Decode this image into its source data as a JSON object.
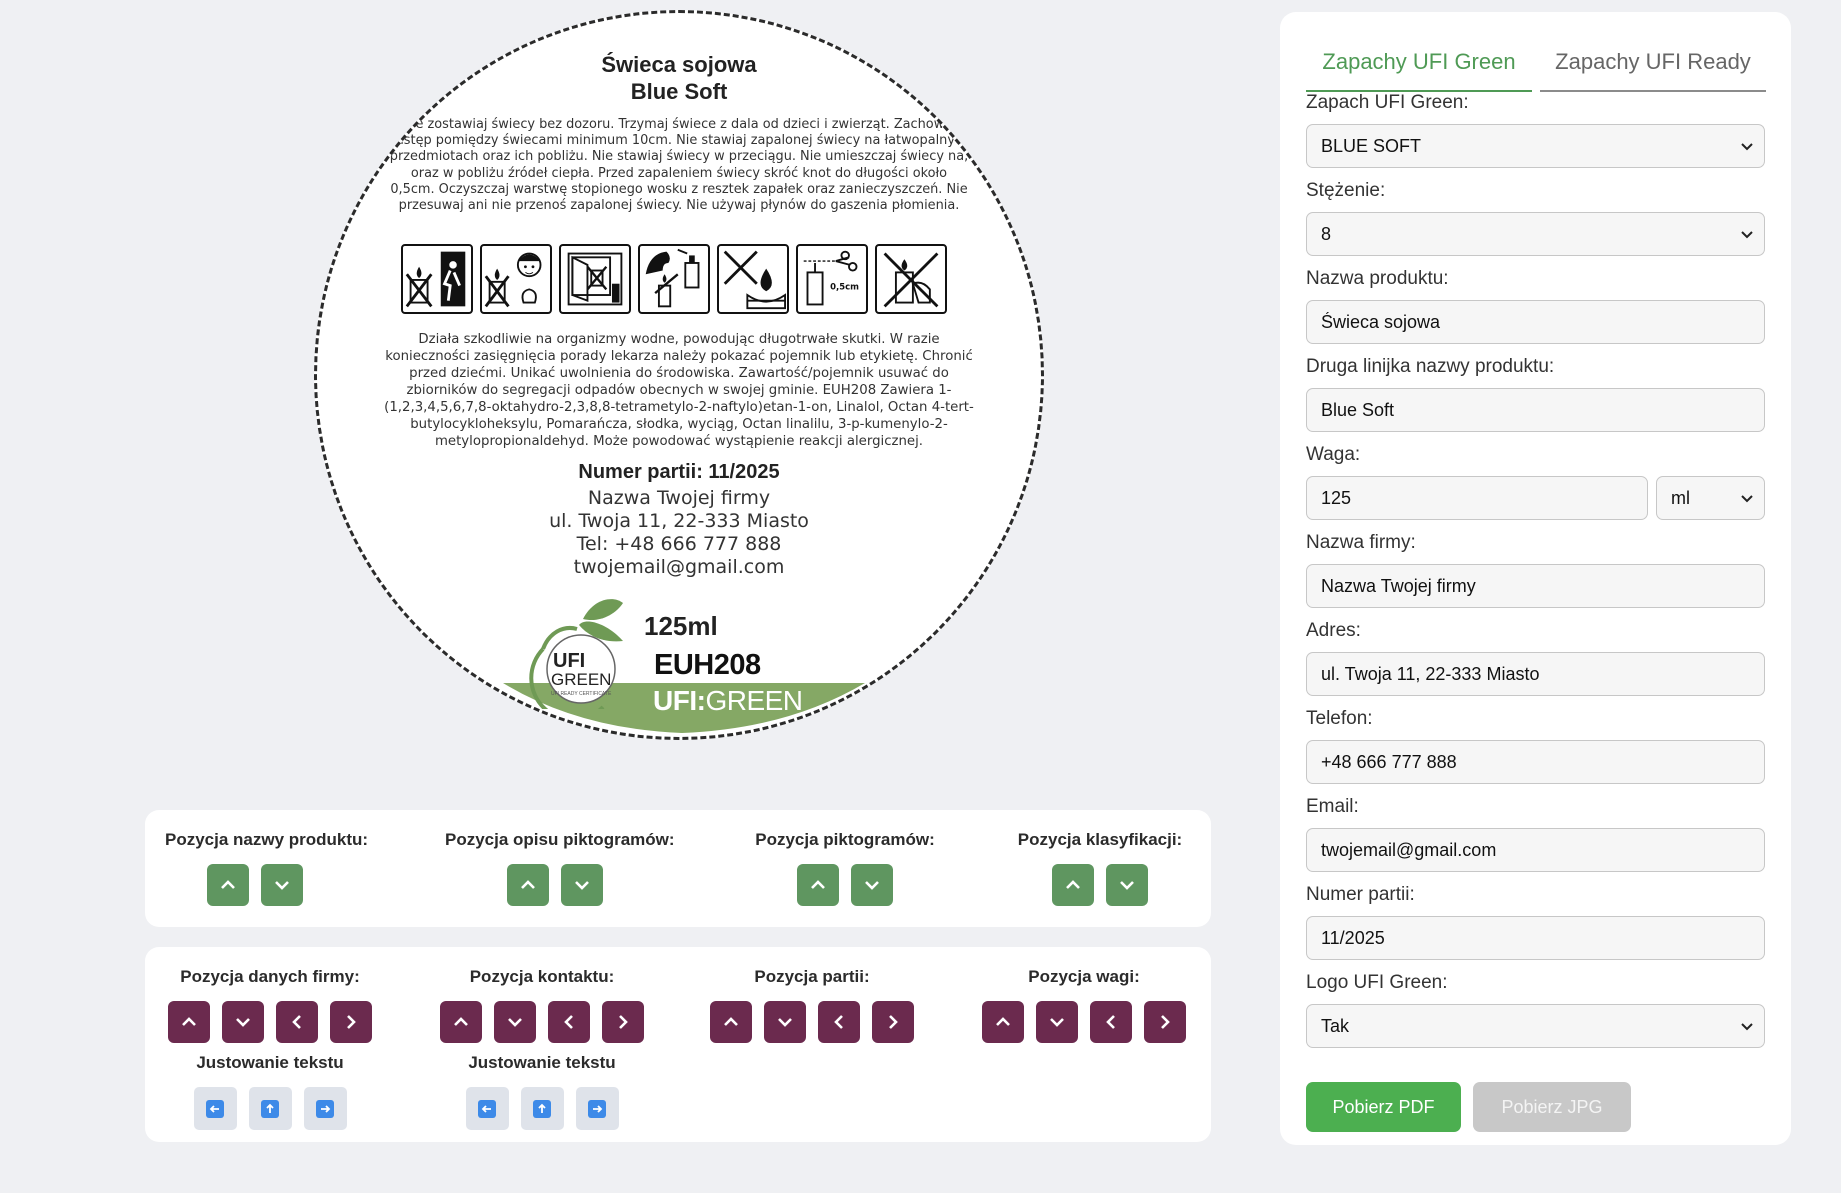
{
  "label": {
    "title_line1": "Świeca sojowa",
    "title_line2": "Blue Soft",
    "safety_text": "Nie zostawiaj świecy bez dozoru. Trzymaj świece z dala od dzieci i zwierząt. Zachowaj odstęp pomiędzy świecami minimum 10cm. Nie stawiaj zapalonej świecy na łatwopalnych przedmiotach oraz ich pobliżu. Nie stawiaj świecy w przeciągu. Nie umieszczaj świecy na, oraz w pobliżu źródeł ciepła. Przed zapaleniem świecy skróć knot do długości około 0,5cm. Oczyszczaj warstwę stopionego wosku z resztek zapałek oraz zanieczyszczeń. Nie przesuwaj ani nie przenoś zapalonej świecy. Nie używaj płynów do gaszenia płomienia.",
    "pictograms": [
      {
        "icon": "no-unattended-candle-icon"
      },
      {
        "icon": "keep-from-children-pets-icon"
      },
      {
        "icon": "no-draft-window-icon"
      },
      {
        "icon": "no-flammable-spray-icon"
      },
      {
        "icon": "no-heat-source-icon"
      },
      {
        "icon": "trim-wick-icon",
        "text": "0,5cm"
      },
      {
        "icon": "do-not-move-lit-candle-icon"
      }
    ],
    "classification_text": "Działa szkodliwie na organizmy wodne, powodując długotrwałe skutki. W razie konieczności zasięgnięcia porady lekarza należy pokazać pojemnik lub etykietę. Chronić przed dziećmi. Unikać uwolnienia do środowiska. Zawartość/pojemnik usuwać do zbiorników do segregacji odpadów obecnych w swojej gminie. EUH208 Zawiera 1-(1,2,3,4,5,6,7,8-oktahydro-2,3,8,8-tetrametylo-2-naftylo)etan-1-on, Linalol, Octan 4-tert-butylocykloheksylu, Pomarańcza, słodka, wyciąg, Octan linalilu, 3-p-kumenylo-2-metylopropionaldehyd. Może powodować wystąpienie reakcji alergicznej.",
    "batch": "Numer partii: 11/2025",
    "company_name": "Nazwa Twojej firmy",
    "company_address": "ul. Twoja 11, 22-333 Miasto",
    "company_phone": "Tel: +48 666 777 888",
    "company_email": "twojemail@gmail.com",
    "weight": "125ml",
    "euh": "EUH208",
    "ufi_prefix": "UFI:",
    "ufi_value": "GREEN",
    "logo_ufi": "UFI",
    "logo_green": "GREEN",
    "logo_sub": "UFI READY CERTIFICATE",
    "band_color": "#85a865"
  },
  "controls_row1": [
    {
      "label": "Pozycja nazwy produktu:"
    },
    {
      "label": "Pozycja opisu piktogramów:"
    },
    {
      "label": "Pozycja piktogramów:"
    },
    {
      "label": "Pozycja klasyfikacji:"
    }
  ],
  "controls_row2": [
    {
      "label": "Pozycja danych firmy:",
      "justify_label": "Justowanie tekstu"
    },
    {
      "label": "Pozycja kontaktu:",
      "justify_label": "Justowanie tekstu"
    },
    {
      "label": "Pozycja partii:"
    },
    {
      "label": "Pozycja wagi:"
    }
  ],
  "colors": {
    "accent_green": "#5f9660",
    "accent_plum": "#6b2a4e",
    "tab_active": "#4f9a55",
    "pdf_button": "#4caf50"
  },
  "form": {
    "tabs": [
      {
        "label": "Zapachy UFI Green",
        "active": true
      },
      {
        "label": "Zapachy UFI Ready",
        "active": false
      }
    ],
    "scent_label": "Zapach UFI Green:",
    "scent_value": "BLUE SOFT",
    "concentration_label": "Stężenie:",
    "concentration_value": "8",
    "product_name_label": "Nazwa produktu:",
    "product_name_value": "Świeca sojowa",
    "product_name2_label": "Druga linijka nazwy produktu:",
    "product_name2_value": "Blue Soft",
    "weight_label": "Waga:",
    "weight_value": "125",
    "weight_unit": "ml",
    "company_label": "Nazwa firmy:",
    "company_value": "Nazwa Twojej firmy",
    "address_label": "Adres:",
    "address_value": "ul. Twoja 11, 22-333 Miasto",
    "phone_label": "Telefon:",
    "phone_value": "+48 666 777 888",
    "email_label": "Email:",
    "email_value": "twojemail@gmail.com",
    "batch_label": "Numer partii:",
    "batch_value": "11/2025",
    "logo_label": "Logo UFI Green:",
    "logo_value": "Tak",
    "pdf_button": "Pobierz PDF",
    "jpg_button": "Pobierz JPG"
  }
}
